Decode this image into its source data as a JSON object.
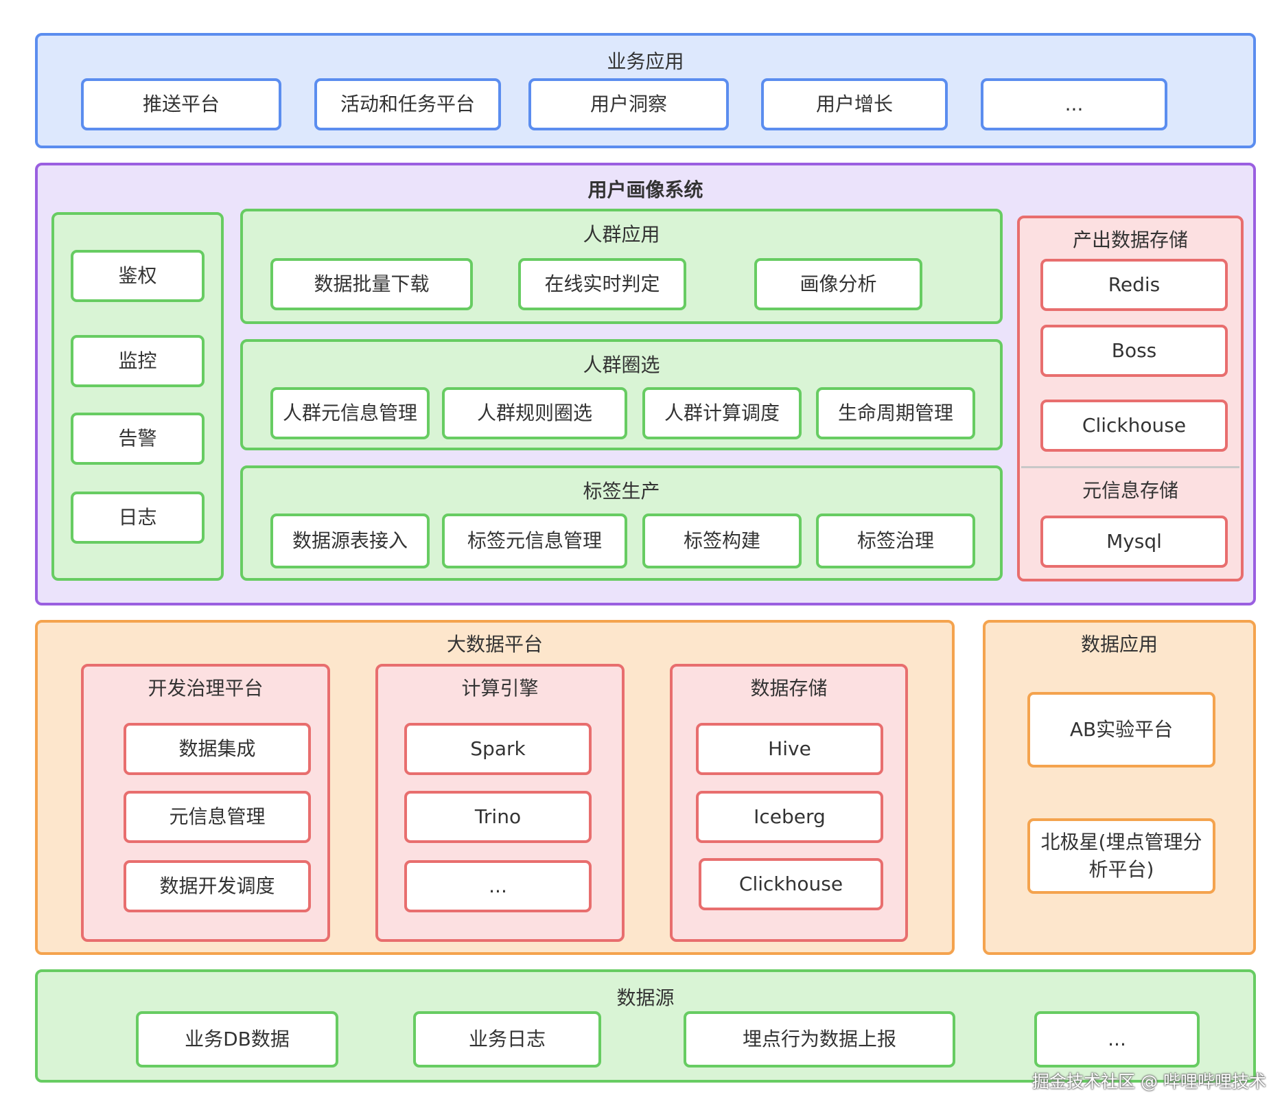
{
  "business": {
    "title": "业务应用",
    "items": [
      "推送平台",
      "活动和任务平台",
      "用户洞察",
      "用户增长",
      "..."
    ]
  },
  "profile": {
    "title": "用户画像系统",
    "side": [
      "鉴权",
      "监控",
      "告警",
      "日志"
    ],
    "crowd_app": {
      "title": "人群应用",
      "items": [
        "数据批量下载",
        "在线实时判定",
        "画像分析"
      ]
    },
    "crowd_select": {
      "title": "人群圈选",
      "items": [
        "人群元信息管理",
        "人群规则圈选",
        "人群计算调度",
        "生命周期管理"
      ]
    },
    "tag_prod": {
      "title": "标签生产",
      "items": [
        "数据源表接入",
        "标签元信息管理",
        "标签构建",
        "标签治理"
      ]
    },
    "output_storage": {
      "title": "产出数据存储",
      "items": [
        "Redis",
        "Boss",
        "Clickhouse"
      ]
    },
    "meta_storage": {
      "title": "元信息存储",
      "items": [
        "Mysql"
      ]
    }
  },
  "bigdata": {
    "title": "大数据平台",
    "dev": {
      "title": "开发治理平台",
      "items": [
        "数据集成",
        "元信息管理",
        "数据开发调度"
      ]
    },
    "compute": {
      "title": "计算引擎",
      "items": [
        "Spark",
        "Trino",
        "..."
      ]
    },
    "storage": {
      "title": "数据存储",
      "items": [
        "Hive",
        "Iceberg",
        "Clickhouse"
      ]
    }
  },
  "data_app": {
    "title": "数据应用",
    "items": [
      "AB实验平台",
      "北极星(埋点管理分析平台)"
    ]
  },
  "source": {
    "title": "数据源",
    "items": [
      "业务DB数据",
      "业务日志",
      "埋点行为数据上报",
      "..."
    ]
  },
  "watermark": "掘金技术社区 @ 哔哩哔哩技术",
  "colors": {
    "blue": "#5b8def",
    "purple": "#9a5fe0",
    "green": "#67cc62",
    "red": "#e86e6e",
    "orange": "#f4a34e"
  }
}
